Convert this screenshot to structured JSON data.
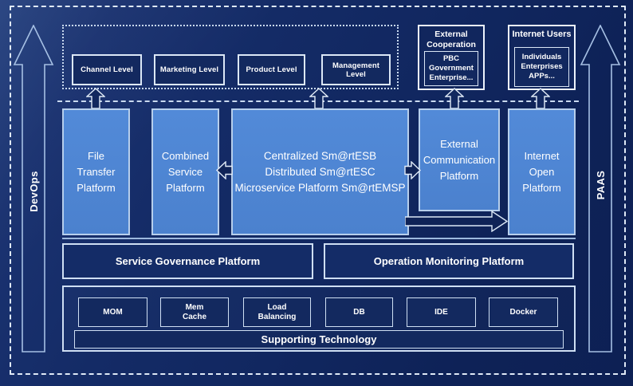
{
  "palette": {
    "background": "#112760",
    "platform_blue": "#4c83d0",
    "platform_border": "#b7cfec",
    "navy_box": "#13295f",
    "light_border": "#cfdff3",
    "dash_border": "#dfe9f6",
    "text": "#ffffff"
  },
  "rails": {
    "left_label": "DevOps",
    "right_label": "PAAS"
  },
  "levels": [
    "Channel Level",
    "Marketing Level",
    "Product Level",
    "Management Level"
  ],
  "external_cooperation": {
    "title": "External\nCooperation",
    "body": "PBC Government\nEnterprise..."
  },
  "internet_users": {
    "title": "Internet Users",
    "body": "Individuals\nEnterprises\nAPPs..."
  },
  "platforms": {
    "file_transfer": "File\nTransfer\nPlatform",
    "combined_service": "Combined\nService\nPlatform",
    "central": "Centralized Sm@rtESB\nDistributed Sm@rtESC\nMicroservice Platform Sm@rtEMSP",
    "external_communication": "External\nCommunication\nPlatform",
    "internet_open": "Internet\nOpen\nPlatform"
  },
  "governance": {
    "service": "Service Governance Platform",
    "operation": "Operation Monitoring Platform"
  },
  "supporting": {
    "title": "Supporting Technology",
    "items": [
      "MOM",
      "Mem\nCache",
      "Load\nBalancing",
      "DB",
      "IDE",
      "Docker"
    ]
  },
  "icons": {
    "up_arrow": "hollow upward arrow",
    "left_arrow": "hollow left arrow",
    "right_arrow": "hollow right arrow",
    "flow_arrow": "long hollow right arrow",
    "rail_arrow": "tall hollow upward arrow"
  }
}
